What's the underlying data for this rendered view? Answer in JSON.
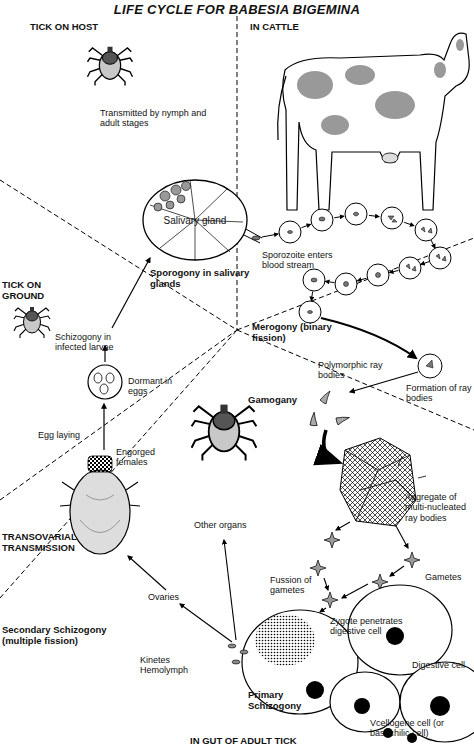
{
  "diagram": {
    "title": "LIFE CYCLE FOR BABESIA BIGEMINA",
    "nodes": [
      {
        "text": [
          "Salivary gland"
        ]
      }
    ],
    "labels": [
      "TICK ON HOST",
      "IN CATTLE",
      "Transmitted by nymph and adult stages",
      "Sporozoite enters blood stream",
      "Sporogony in salivary glands",
      "TICK ON GROUND",
      "Schizogony in infected larvae",
      "Merogony (binary fission)",
      "Dormant in eggs",
      "Polymorphic ray bodies",
      "Formation of ray bodies",
      "Egg laying",
      "Engorged females",
      "Gamogany",
      "Aggregate of multi-nucleated ray bodies",
      "Other organs",
      "TRANSOVARIAL TRANSMISSION",
      "Gametes",
      "Fussion of gametes",
      "Ovaries",
      "Zygote penetrates digestive cell",
      "Secondary Schizogony (multiple fission)",
      "Digestive cell",
      "Kinetes Hemolymph",
      "Primary Schizogony",
      "Vcellogene cell (or basochilic cell)",
      "IN GUT OF ADULT TICK"
    ]
  }
}
